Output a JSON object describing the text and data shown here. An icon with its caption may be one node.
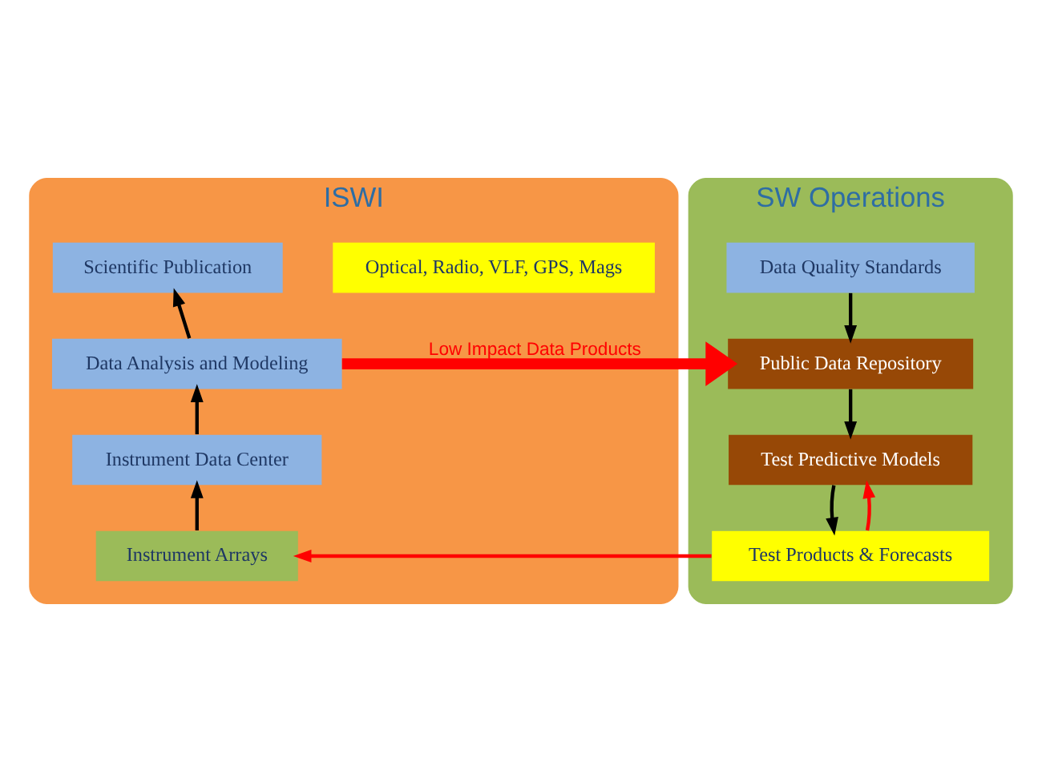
{
  "diagram": {
    "nodes": [
      {
        "text": [
          "ISWI"
        ]
      },
      {
        "text": [
          "Optical, Radio, VLF, GPS, Mags"
        ],
        "in": 0
      },
      {
        "text": [
          "Scientific Publication"
        ],
        "in": 0
      },
      {
        "text": [
          "Data Analysis and Modeling"
        ],
        "in": 0
      },
      {
        "text": [
          "Instrument Data Center"
        ],
        "in": 0
      },
      {
        "text": [
          "Instrument Arrays"
        ],
        "in": 0
      },
      {
        "text": [
          "SW Operations"
        ]
      },
      {
        "text": [
          "Data Quality Standards"
        ],
        "in": 6
      },
      {
        "text": [
          "Public Data Repository"
        ],
        "in": 6
      },
      {
        "text": [
          "Test Predictive Models"
        ],
        "in": 6
      },
      {
        "text": [
          "Test Products & Forecasts"
        ],
        "in": 6
      }
    ],
    "edges": [
      {
        "from": 5,
        "to": 4,
        "arrow": "to"
      },
      {
        "from": 4,
        "to": 3,
        "arrow": "to"
      },
      {
        "from": 3,
        "to": 2,
        "arrow": "to"
      },
      {
        "from": 3,
        "to": 8,
        "arrow": "to",
        "label": "Low Impact Data Products",
        "style": "thick",
        "color": "#ff0000"
      },
      {
        "from": 7,
        "to": 8,
        "arrow": "to"
      },
      {
        "from": 8,
        "to": 9,
        "arrow": "to"
      },
      {
        "from": 9,
        "to": 10,
        "arrow": "to"
      },
      {
        "from": 10,
        "to": 9,
        "arrow": "to",
        "color": "#ff0000"
      },
      {
        "from": 10,
        "to": 5,
        "arrow": "to",
        "color": "#ff0000"
      }
    ]
  }
}
